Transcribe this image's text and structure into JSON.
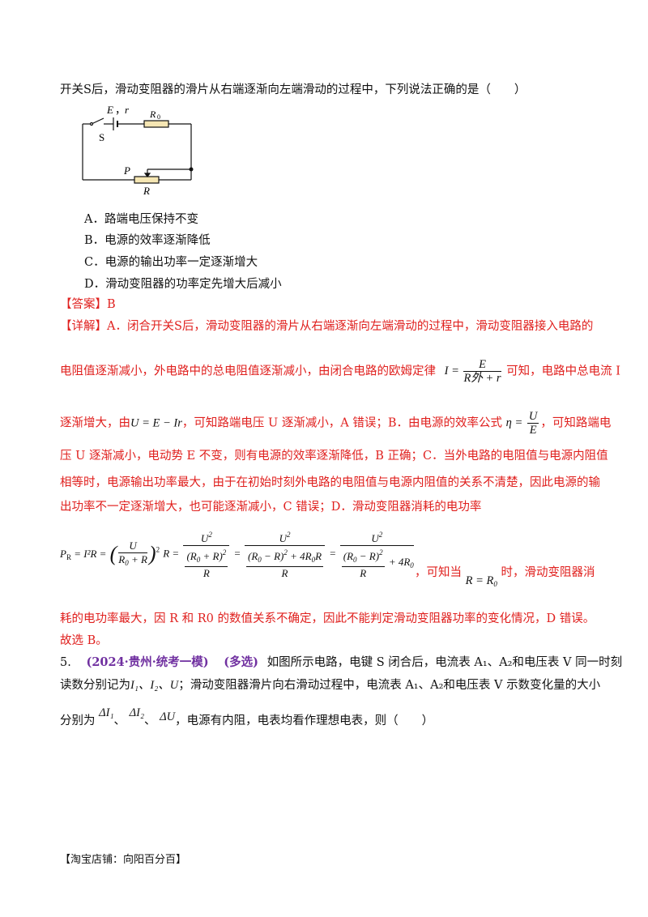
{
  "q4": {
    "stem": "开关S后，滑动变阻器的滑片从右端逐渐向左端滑动的过程中，下列说法正确的是（　　）",
    "circuit_labels": {
      "E": "E",
      "comma": "，",
      "r": "r",
      "R0": "R",
      "R0_sub": "0",
      "S": "S",
      "P": "P",
      "R": "R"
    },
    "options": [
      "A．路端电压保持不变",
      "B．电源的效率逐渐降低",
      "C．电源的输出功率一定逐渐增大",
      "D．滑动变阻器的功率定先增大后减小"
    ],
    "answer": "【答案】B",
    "detail_tag": "【详解】",
    "detail_l1": "A．闭合开关S后，滑动变阻器的滑片从右端逐渐向左端滑动的过程中，滑动变阻器接入电路的",
    "detail_l2a": "电阻值逐渐减小，外电路中的总电阻值逐渐减小，由闭合电路的欧姆定律",
    "detail_l2b": "可知，电路中总电流 I",
    "detail_l3a": "逐渐增大，由",
    "detail_l3b": "，可知路端电压 U 逐渐减小，A 错误；B．由电源的效率公式",
    "detail_l3c": "，可知路端电",
    "detail_l4": "压 U 逐渐减小，电动势 E 不变，则有电源的效率逐渐降低，B 正确；C．当外电路的电阻值与电源内阻值",
    "detail_l5": "相等时，电源输出功率最大，由于在初始时刻外电路的电阻值与电源内阻值的关系不清楚，因此电源的输",
    "detail_l6": "出功率不一定逐渐增大，也可能逐渐减小，C 错误；D．滑动变阻器消耗的电功率",
    "detail_l7a": "，可知当",
    "detail_l7b": "时，滑动变阻器消",
    "detail_l8": "耗的电功率最大，因 R 和 R0 的数值关系不确定，因此不能判定滑动变阻器功率的变化情况，D 错误。",
    "detail_l9": "故选 B。"
  },
  "q5": {
    "number": "5.",
    "source": "(2024·贵州·统考一模)",
    "type": "(多选)",
    "l1": "如图所示电路，电键 S 闭合后，电流表 A₁、A₂和电压表 V 同一时刻",
    "l2a": "读数分别记为",
    "l2b": "I₁、I₂、U",
    "l2c": "；滑动变阻器滑片向右滑动过程中，电流表 A₁、A₂和电压表 V 示数变化量的大小",
    "l3a": "分别为",
    "d1": "ΔI₁",
    "sep1": "、",
    "d2": "ΔI₂",
    "sep2": "、",
    "d3": "ΔU",
    "l3b": "，电源有内阻，电表均看作理想电表，则（　　）"
  },
  "formulas": {
    "ohm_lhs": "I =",
    "ohm_num": "E",
    "ohm_den": "R外 + r",
    "u_eq": "U = E − Ir",
    "eta_lhs": "η =",
    "eta_num": "U",
    "eta_den": "E",
    "pr": "P",
    "pr_sub": "R",
    "pr_mid": " = I²R =",
    "cond": "R = R",
    "cond_sub": "0"
  },
  "footer": "【淘宝店铺：向阳百分百】"
}
